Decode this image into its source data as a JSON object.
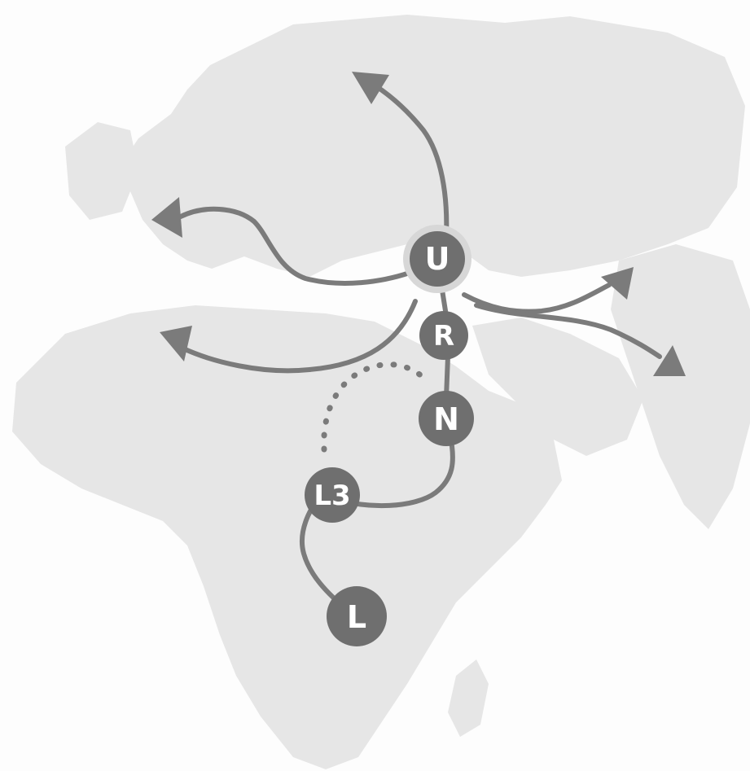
{
  "map": {
    "colors": {
      "land": "#e6e6e6",
      "route": "#7b7b7b",
      "node": "#6f6f6f",
      "node_label": "#ffffff"
    },
    "nodes": [
      {
        "id": "U",
        "label": "U"
      },
      {
        "id": "R",
        "label": "R"
      },
      {
        "id": "N",
        "label": "N"
      },
      {
        "id": "L3",
        "label": "L3"
      },
      {
        "id": "L",
        "label": "L"
      }
    ],
    "connections": [
      {
        "from": "L",
        "to": "L3",
        "style": "solid"
      },
      {
        "from": "L3",
        "to": "N",
        "style": "solid"
      },
      {
        "from": "L3",
        "to": "R",
        "style": "dotted"
      },
      {
        "from": "N",
        "to": "R",
        "style": "solid"
      },
      {
        "from": "R",
        "to": "U",
        "style": "solid"
      }
    ],
    "arrows": [
      {
        "from": "U",
        "direction": "north"
      },
      {
        "from": "U",
        "direction": "west"
      },
      {
        "from": "U",
        "direction": "southwest"
      },
      {
        "from": "U",
        "direction": "east"
      },
      {
        "from": "U",
        "direction": "southeast"
      }
    ]
  }
}
